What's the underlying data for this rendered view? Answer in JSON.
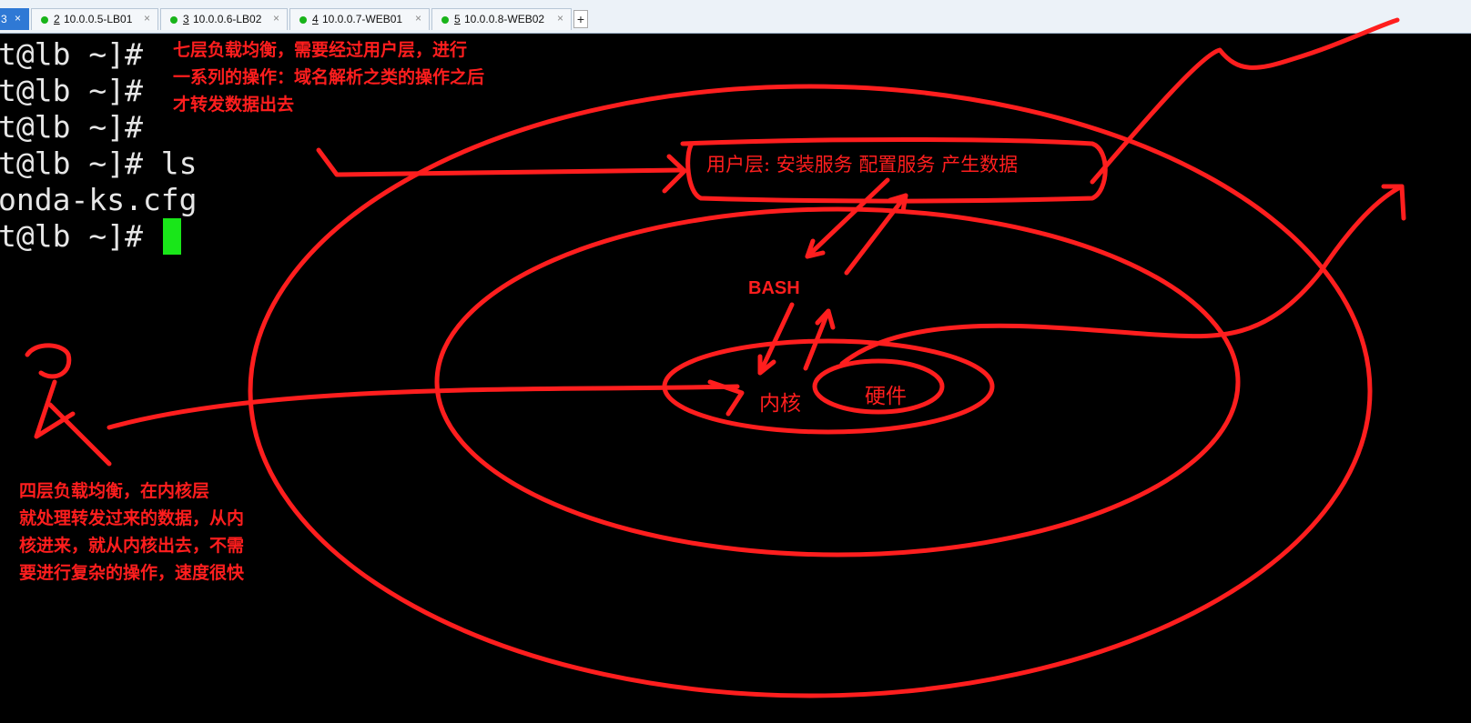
{
  "tabs": [
    {
      "num": "",
      "title": "3",
      "active": true
    },
    {
      "num": "2",
      "title": "10.0.0.5-LB01",
      "active": false
    },
    {
      "num": "3",
      "title": "10.0.0.6-LB02",
      "active": false
    },
    {
      "num": "4",
      "title": "10.0.0.7-WEB01",
      "active": false
    },
    {
      "num": "5",
      "title": "10.0.0.8-WEB02",
      "active": false
    }
  ],
  "new_tab": "+",
  "close_glyph": "×",
  "terminal": {
    "lines": [
      "t@lb ~]#",
      "t@lb ~]#",
      "t@lb ~]#",
      "t@lb ~]# ls",
      "onda-ks.cfg",
      "t@lb ~]# "
    ]
  },
  "annotations": {
    "seven_layer": [
      "七层负载均衡，需要经过用户层，进行",
      "一系列的操作：域名解析之类的操作之后",
      "才转发数据出去"
    ],
    "four_layer": [
      "四层负载均衡，在内核层",
      "就处理转发过来的数据，从内",
      "核进来，就从内核出去，不需",
      "要进行复杂的操作，速度很快"
    ],
    "user_layer": "用户层: 安装服务 配置服务 产生数据",
    "bash": "BASH",
    "kernel": "内核",
    "hardware": "硬件"
  },
  "colors": {
    "annotation": "#ff1e1e",
    "cursor": "#19e619",
    "active_tab": "#2f79d5",
    "status_dot": "#19b41a"
  }
}
